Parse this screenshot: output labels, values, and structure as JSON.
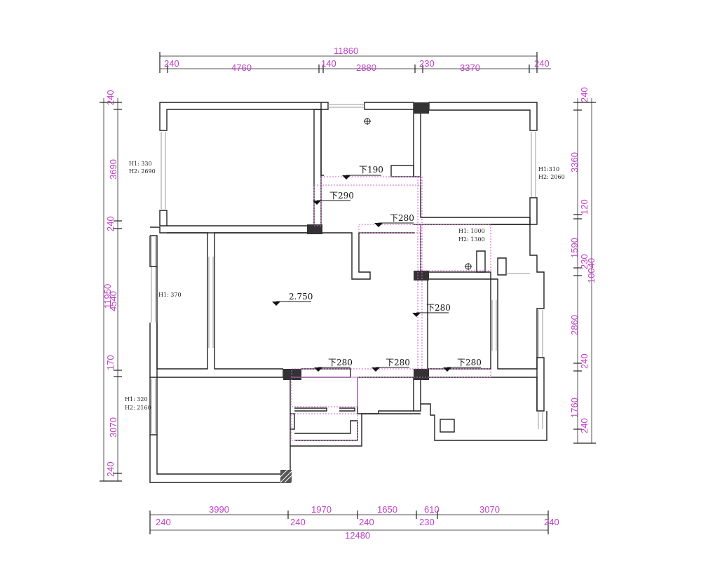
{
  "dimensions": {
    "top_total": "11860",
    "top_segments": [
      "240",
      "4760",
      "140",
      "2880",
      "230",
      "3370",
      "240"
    ],
    "bottom_total": "12480",
    "bottom_upper": [
      "3990",
      "1970",
      "1650",
      "610",
      "3070"
    ],
    "bottom_lower": [
      "240",
      "240",
      "240",
      "230",
      "240"
    ],
    "left_total": "11950",
    "left_segments": [
      "240",
      "3690",
      "240",
      "4540",
      "170",
      "3070",
      "240"
    ],
    "right_total": "10040",
    "right_segments": [
      "240",
      "3360",
      "120",
      "1590",
      "230",
      "2860",
      "240",
      "1760",
      "240"
    ]
  },
  "levels": {
    "main": "2.750",
    "drop_190": "下190",
    "drop_290": "下290",
    "drop_280": "下280"
  },
  "window_notes": {
    "bedroom_left_h1": "H1: 330",
    "bedroom_left_h2": "H2: 2690",
    "bedroom_right_h1": "H1:310",
    "bedroom_right_h2": "H2: 2060",
    "bath_h1": "H1: 1000",
    "bath_h2": "H2: 1300",
    "balcony_h": "H1: 370",
    "bottom_left_h1": "H1: 320",
    "bottom_left_h2": "H2: 2160"
  },
  "colors": {
    "dimension_text": "#c040c8",
    "wall": "#222222",
    "ceiling_line": "#d060d0",
    "column": "#333333"
  }
}
